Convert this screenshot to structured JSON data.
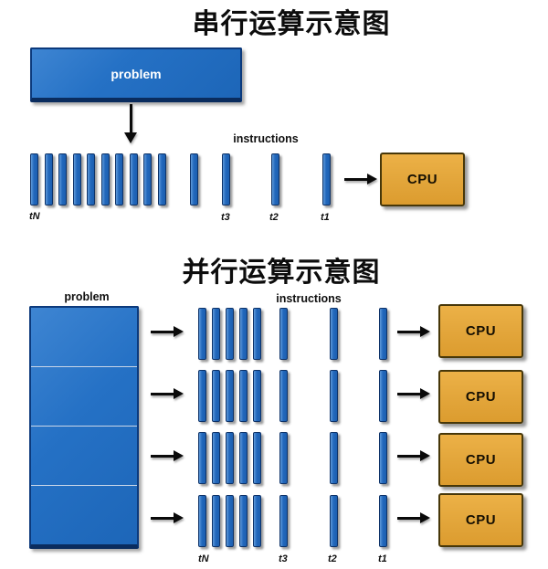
{
  "serial": {
    "title": "串行运算示意图",
    "problem_label": "problem",
    "instructions_label": "instructions",
    "cpu_label": "CPU",
    "time_labels": {
      "tN": "tN",
      "t3": "t3",
      "t2": "t2",
      "t1": "t1"
    },
    "grouped_bar_count": 10,
    "single_bar_count": 4
  },
  "parallel": {
    "title": "并行运算示意图",
    "problem_label": "problem",
    "instructions_label": "instructions",
    "cpu_label": "CPU",
    "row_count": 4,
    "bars_per_row_group": 5,
    "single_bars_per_row": 3,
    "time_labels": {
      "tN": "tN",
      "t3": "t3",
      "t2": "t2",
      "t1": "t1"
    }
  },
  "colors": {
    "bar_blue": "#2268bc",
    "bar_border": "#0d3268",
    "problem_blue": "#2571c5",
    "problem_border": "#0c3a7c",
    "cpu_orange": "#e2a53a",
    "cpu_border": "#473709",
    "arrow_black": "#0a0a0a",
    "background": "#ffffff"
  }
}
